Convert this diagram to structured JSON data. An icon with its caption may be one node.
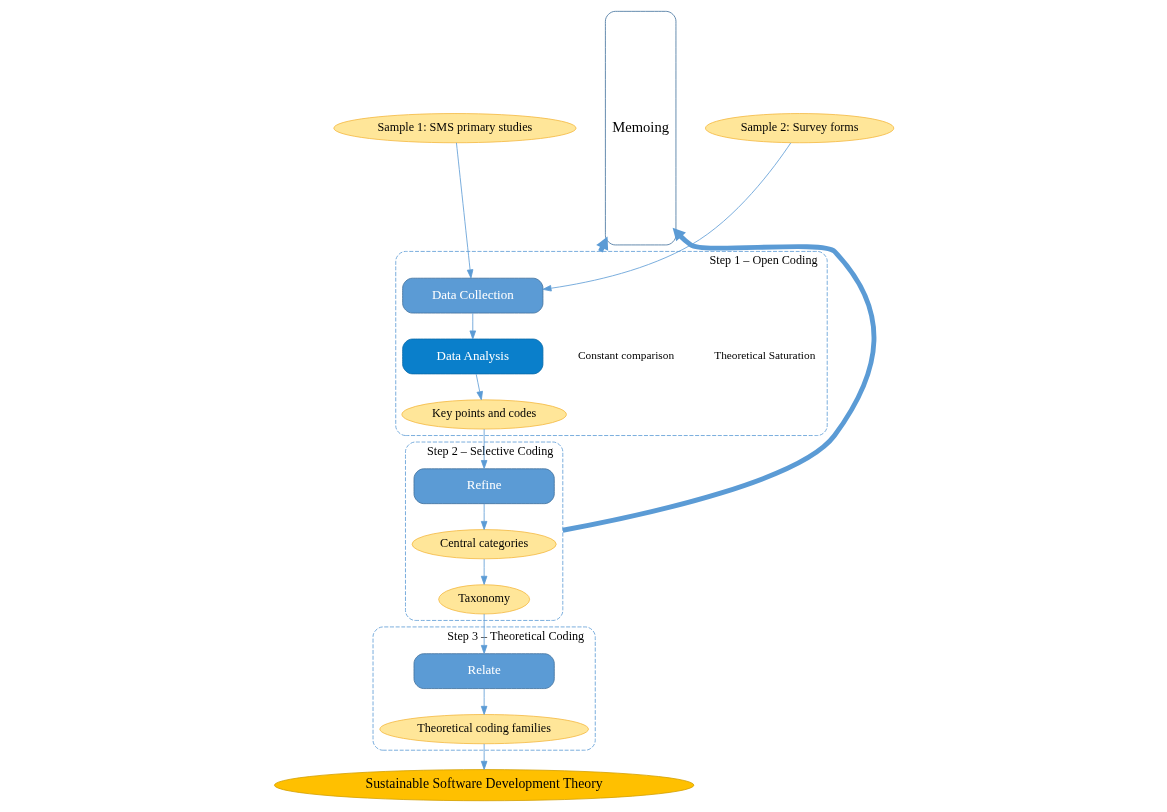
{
  "diagram": {
    "nodes": [
      {
        "text": [
          "Sample 1: SMS primary studies"
        ]
      },
      {
        "text": [
          "Sample 2: Survey forms"
        ]
      },
      {
        "text": [
          "Memoing"
        ]
      },
      {
        "text": [
          "Step 1 – Open Coding"
        ]
      },
      {
        "text": [
          "Data Collection"
        ],
        "in": 3
      },
      {
        "text": [
          "Data Analysis"
        ],
        "in": 3
      },
      {
        "text": [
          "Key points and codes"
        ],
        "in": 3
      },
      {
        "text": [
          "Step 2 – Selective Coding"
        ]
      },
      {
        "text": [
          "Refine"
        ],
        "in": 7
      },
      {
        "text": [
          "Central categories"
        ],
        "in": 7
      },
      {
        "text": [
          "Taxonomy"
        ],
        "in": 7
      },
      {
        "text": [
          "Step 3 – Theoretical Coding"
        ]
      },
      {
        "text": [
          "Relate"
        ],
        "in": 11
      },
      {
        "text": [
          "Theoretical coding families"
        ],
        "in": 11
      },
      {
        "text": [
          "Sustainable Software Development Theory"
        ]
      }
    ],
    "edges": [
      {
        "from": 0,
        "to": 4,
        "arrow": "to"
      },
      {
        "from": 1,
        "to": 4,
        "arrow": "to"
      },
      {
        "from": 4,
        "to": 5,
        "arrow": "to"
      },
      {
        "from": 5,
        "to": 6,
        "arrow": "to"
      },
      {
        "from": 6,
        "to": 8,
        "arrow": "to"
      },
      {
        "from": 8,
        "to": 9,
        "arrow": "to"
      },
      {
        "from": 9,
        "to": 10,
        "arrow": "to"
      },
      {
        "from": 10,
        "to": 12,
        "arrow": "to"
      },
      {
        "from": 12,
        "to": 13,
        "arrow": "to"
      },
      {
        "from": 13,
        "to": 14,
        "arrow": "to"
      },
      {
        "from": 3,
        "to": 2,
        "arrow": "to",
        "style": "thick"
      },
      {
        "from": 7,
        "to": 2,
        "arrow": "to",
        "style": "thick"
      }
    ],
    "labels": [
      "Constant comparison",
      "Theoretical Saturation"
    ]
  }
}
